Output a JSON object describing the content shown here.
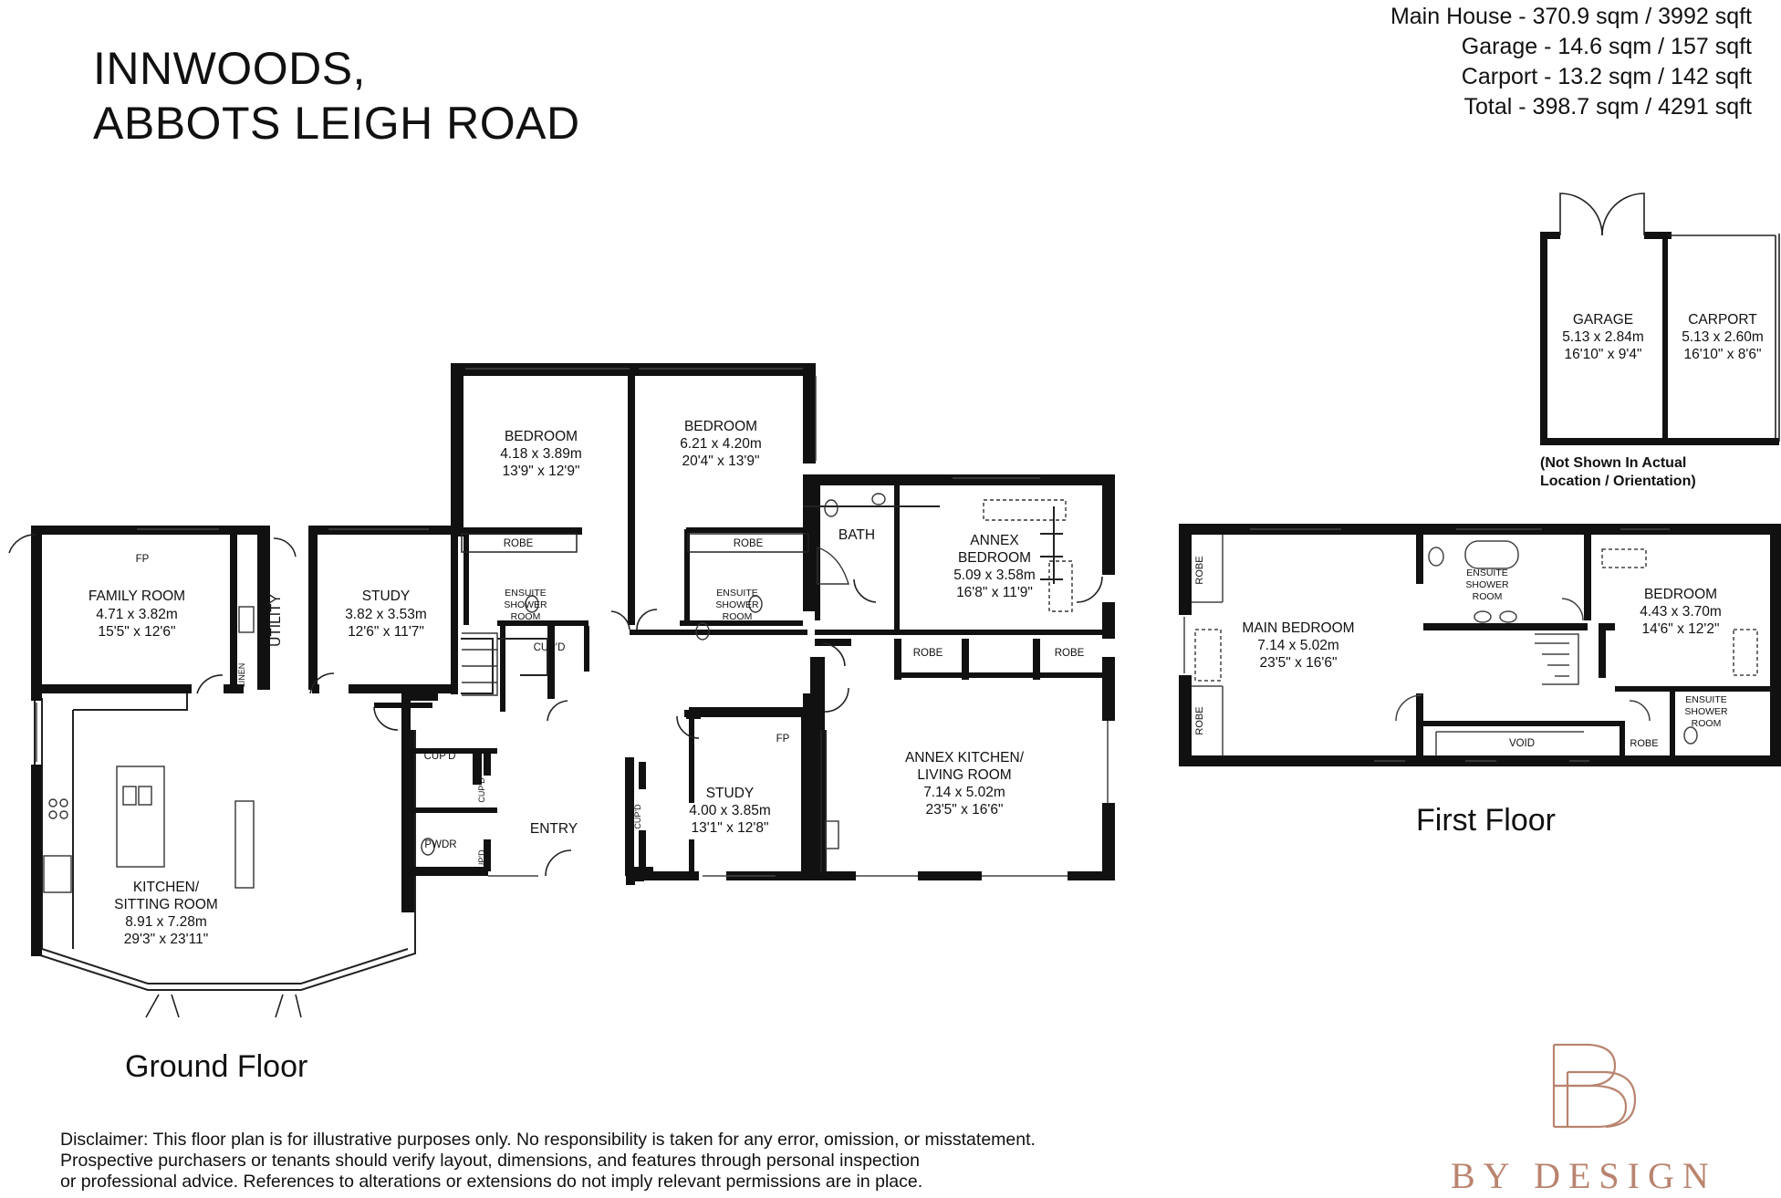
{
  "title": {
    "line1": "INNWOODS,",
    "line2": "ABBOTS LEIGH ROAD"
  },
  "areas": [
    "Main House - 370.9 sqm / 3992 sqft",
    "Garage - 14.6 sqm / 157 sqft",
    "Carport - 13.2 sqm / 142 sqft",
    "Total - 398.7 sqm / 4291 sqft"
  ],
  "ground_floor": {
    "label": "Ground Floor",
    "rooms": {
      "family_room": {
        "name": "FAMILY ROOM",
        "metric": "4.71 x 3.82m",
        "imperial": "15'5\" x 12'6\""
      },
      "utility": {
        "name": "UTILITY"
      },
      "study_1": {
        "name": "STUDY",
        "metric": "3.82 x 3.53m",
        "imperial": "12'6\" x 11'7\""
      },
      "bedroom_1": {
        "name": "BEDROOM",
        "metric": "4.18 x 3.89m",
        "imperial": "13'9\" x 12'9\""
      },
      "bedroom_2": {
        "name": "BEDROOM",
        "metric": "6.21 x 4.20m",
        "imperial": "20'4\" x 13'9\""
      },
      "bath": {
        "name": "BATH"
      },
      "annex_bedroom": {
        "name1": "ANNEX",
        "name2": "BEDROOM",
        "metric": "5.09 x 3.58m",
        "imperial": "16'8\" x 11'9\""
      },
      "annex_kitchen": {
        "name1": "ANNEX KITCHEN/",
        "name2": "LIVING ROOM",
        "metric": "7.14 x 5.02m",
        "imperial": "23'5\" x 16'6\""
      },
      "study_2": {
        "name": "STUDY",
        "metric": "4.00 x 3.85m",
        "imperial": "13'1\" x 12'8\""
      },
      "entry": {
        "name": "ENTRY"
      },
      "kitchen": {
        "name1": "KITCHEN/",
        "name2": "SITTING ROOM",
        "metric": "8.91 x 7.28m",
        "imperial": "29'3\" x 23'11\""
      }
    },
    "small_labels": {
      "fp": "FP",
      "linen": "LINEN",
      "robe": "ROBE",
      "ensuite1": "ENSUITE",
      "ensuite2": "SHOWER",
      "ensuite3": "ROOM",
      "cupd": "CUP'D",
      "pwdr": "PWDR"
    }
  },
  "garage_block": {
    "garage": {
      "name": "GARAGE",
      "metric": "5.13 x 2.84m",
      "imperial": "16'10\" x 9'4\""
    },
    "carport": {
      "name": "CARPORT",
      "metric": "5.13 x 2.60m",
      "imperial": "16'10\" x 8'6\""
    },
    "note_line1": "(Not Shown In Actual",
    "note_line2": "Location / Orientation)"
  },
  "first_floor": {
    "label": "First Floor",
    "rooms": {
      "main_bedroom": {
        "name": "MAIN BEDROOM",
        "metric": "7.14 x 5.02m",
        "imperial": "23'5\" x 16'6\""
      },
      "bedroom": {
        "name": "BEDROOM",
        "metric": "4.43 x 3.70m",
        "imperial": "14'6\" x 12'2\""
      },
      "void": {
        "name": "VOID"
      }
    }
  },
  "disclaimer": [
    "Disclaimer: This floor plan is for illustrative purposes only. No responsibility is taken for any error, omission, or misstatement.",
    "Prospective purchasers or tenants should verify layout, dimensions, and features through personal inspection",
    "or professional advice. References to alterations or extensions do not imply relevant permissions are in place."
  ],
  "brand": {
    "logo_icon": "bd-monogram-icon",
    "text": "BY DESIGN",
    "color": "#b9846f"
  }
}
